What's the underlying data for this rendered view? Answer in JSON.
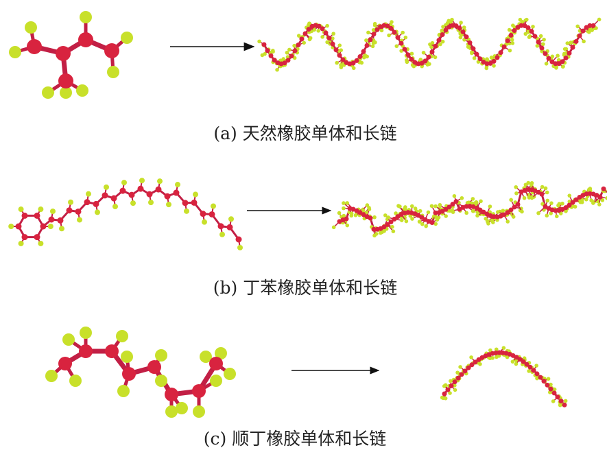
{
  "panels": [
    {
      "id": "a",
      "caption": "(a) 天然橡胶单体和长链"
    },
    {
      "id": "b",
      "caption": "(b) 丁苯橡胶单体和长链"
    },
    {
      "id": "c",
      "caption": "(c) 顺丁橡胶单体和长链"
    }
  ],
  "colors": {
    "carbon": "#d8233f",
    "hydrogen": "#c8e02a",
    "bond": "#c21f45",
    "arrow": "#111111"
  }
}
